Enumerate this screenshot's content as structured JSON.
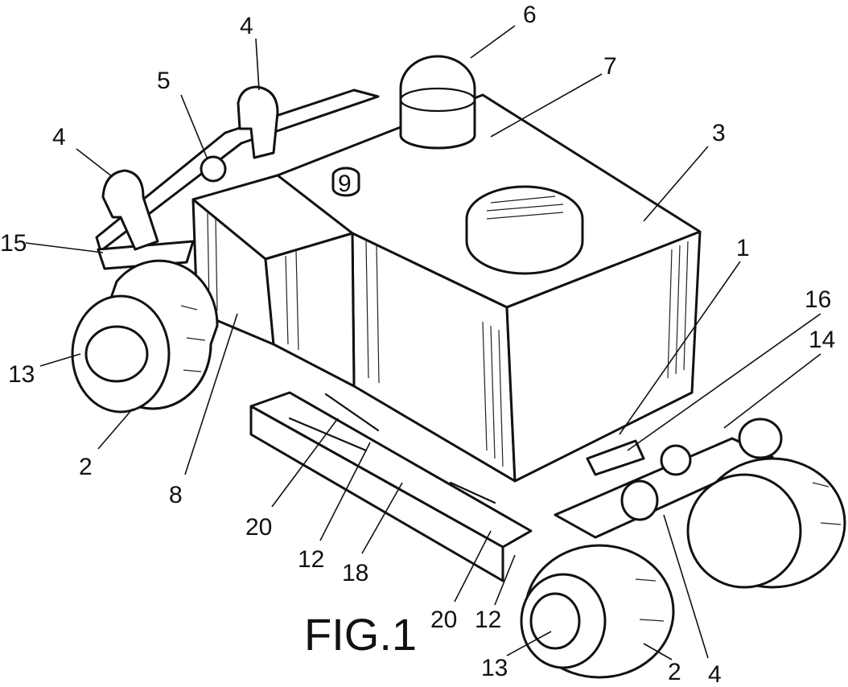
{
  "figure": {
    "caption": "FIG.1",
    "reference_numerals": [
      {
        "id": "n6",
        "text": "6"
      },
      {
        "id": "n7",
        "text": "7"
      },
      {
        "id": "n3",
        "text": "3"
      },
      {
        "id": "n4a",
        "text": "4"
      },
      {
        "id": "n5",
        "text": "5"
      },
      {
        "id": "n4b",
        "text": "4"
      },
      {
        "id": "n15",
        "text": "15"
      },
      {
        "id": "n13a",
        "text": "13"
      },
      {
        "id": "n2a",
        "text": "2"
      },
      {
        "id": "n8",
        "text": "8"
      },
      {
        "id": "n9",
        "text": "9"
      },
      {
        "id": "n1",
        "text": "1"
      },
      {
        "id": "n16",
        "text": "16"
      },
      {
        "id": "n14",
        "text": "14"
      },
      {
        "id": "n20a",
        "text": "20"
      },
      {
        "id": "n12a",
        "text": "12"
      },
      {
        "id": "n18",
        "text": "18"
      },
      {
        "id": "n20b",
        "text": "20"
      },
      {
        "id": "n12b",
        "text": "12"
      },
      {
        "id": "n13b",
        "text": "13"
      },
      {
        "id": "n2b",
        "text": "2"
      },
      {
        "id": "n4c",
        "text": "4"
      }
    ]
  }
}
